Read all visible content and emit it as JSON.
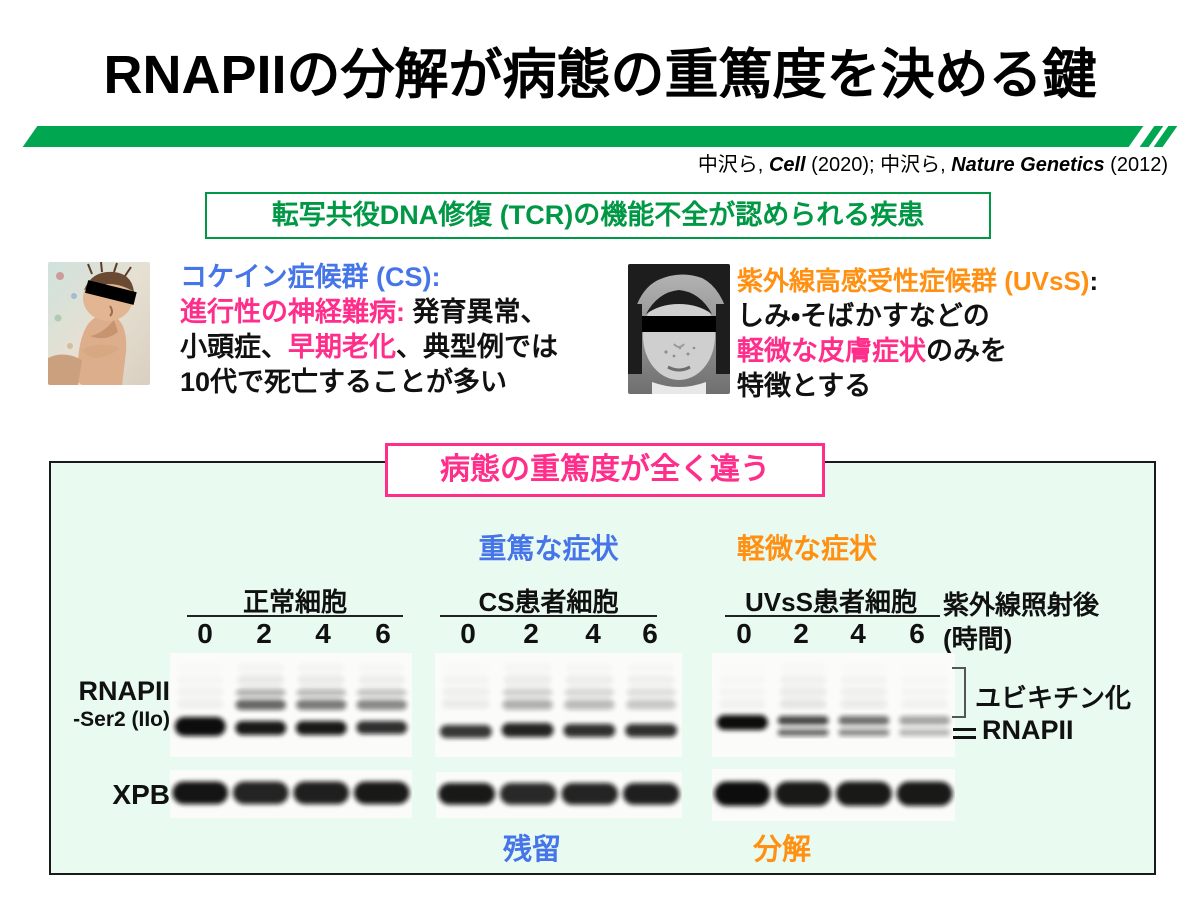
{
  "slide": {
    "title": "RNAPIIの分解が病態の重篤度を決める鍵",
    "citation": {
      "pre": "中沢ら, ",
      "journal1": "Cell",
      "mid": " (2020); 中沢ら, ",
      "journal2": "Nature Genetics",
      "post": " (2012)"
    },
    "tcr_box": "転写共役DNA修復 (TCR)の機能不全が認められる疾患"
  },
  "diseases": {
    "cs": {
      "name": "コケイン症候群 (CS):",
      "line2_pink": "進行性の神経難病:",
      "line2_black": " 発育異常、",
      "line3_black1": "小頭症、",
      "line3_pink": "早期老化",
      "line3_black2": "、典型例では",
      "line4": "10代で死亡することが多い"
    },
    "uvss": {
      "name": "紫外線高感受性症候群 (UVsS)",
      "name_colon": ":",
      "line2": "しみ・そばかすなどの",
      "line3_pink": "軽微な皮膚症状",
      "line3_black": "のみを",
      "line4": "特徴とする"
    }
  },
  "panel": {
    "headline": "病態の重篤度が全く違う",
    "severe_label": "重篤な症状",
    "mild_label": "軽微な症状",
    "uv_line1": "紫外線照射後",
    "uv_line2": "(時間)",
    "row_rnapii": "RNAPII",
    "row_ser2": "-Ser2 (IIo)",
    "row_xpb": "XPB",
    "ann_ubiquitin": "ユビキチン化",
    "ann_rnapii": "RNAPII",
    "outcome_cs": "残留",
    "outcome_uvss": "分解"
  },
  "colors": {
    "green_bar": "#00a650",
    "green_text": "#009845",
    "blue": "#4575e8",
    "orange": "#ff9012",
    "pink": "#ff2e8b",
    "panel_bg": "#e9faf1"
  },
  "blots": {
    "groups": [
      {
        "id": "normal",
        "label": "正常細胞",
        "times": [
          "0",
          "2",
          "4",
          "6"
        ],
        "rnapii": [
          {
            "main": 1.0,
            "y": 64,
            "h": 19,
            "smear": 0.12
          },
          {
            "main": 0.95,
            "y": 68,
            "h": 14,
            "upper": 0.6,
            "smear": 0.5
          },
          {
            "main": 0.95,
            "y": 68,
            "h": 14,
            "upper": 0.5,
            "smear": 0.45
          },
          {
            "main": 0.85,
            "y": 68,
            "h": 13,
            "upper": 0.45,
            "smear": 0.35
          }
        ],
        "xpb": [
          0.97,
          0.9,
          0.92,
          0.95
        ]
      },
      {
        "id": "cs",
        "label": "CS患者細胞",
        "times": [
          "0",
          "2",
          "4",
          "6"
        ],
        "rnapii": [
          {
            "main": 0.82,
            "y": 72,
            "h": 13,
            "smear": 0.18
          },
          {
            "main": 0.9,
            "y": 70,
            "h": 14,
            "upper": 0.22,
            "smear": 0.4
          },
          {
            "main": 0.85,
            "y": 71,
            "h": 13,
            "upper": 0.18,
            "smear": 0.35
          },
          {
            "main": 0.85,
            "y": 71,
            "h": 13,
            "upper": 0.12,
            "smear": 0.3
          }
        ],
        "xpb": [
          0.95,
          0.88,
          0.9,
          0.92
        ]
      },
      {
        "id": "uvss",
        "label": "UVsS患者細胞",
        "times": [
          "0",
          "2",
          "4",
          "6"
        ],
        "rnapii": [
          {
            "main": 1.0,
            "y": 62,
            "h": 15,
            "smear": 0.1
          },
          {
            "main": 0.75,
            "double": true,
            "smear": 0.25
          },
          {
            "main": 0.58,
            "double": true,
            "smear": 0.18
          },
          {
            "main": 0.36,
            "double": true,
            "smear": 0.1
          }
        ],
        "xpb": [
          1.0,
          0.95,
          0.95,
          0.95
        ]
      }
    ]
  }
}
